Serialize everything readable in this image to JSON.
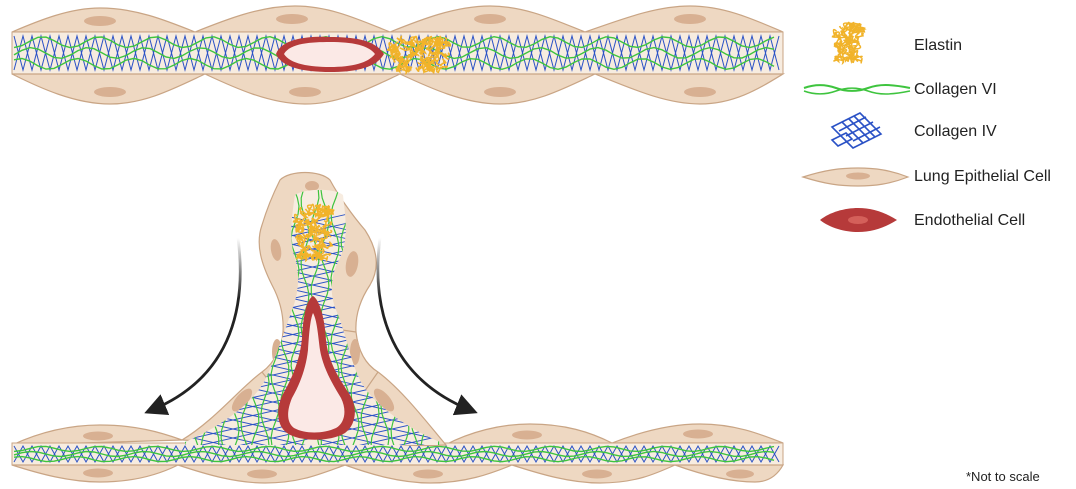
{
  "legend": {
    "elastin": "Elastin",
    "collagen_vi": "Collagen VI",
    "collagen_iv": "Collagen IV",
    "epithelial": "Lung Epithelial Cell",
    "endothelial": "Endothelial Cell"
  },
  "note": "*Not to scale",
  "colors": {
    "cell_fill": "#eed8c2",
    "cell_stroke": "#c9a585",
    "nucleus": "#d8b092",
    "collagen_vi": "#3ec43e",
    "collagen_iv": "#2b52c6",
    "elastin": "#f1b32a",
    "endothelial": "#b63a3a",
    "lumen": "#fbe9e6",
    "arrow": "#222222"
  }
}
